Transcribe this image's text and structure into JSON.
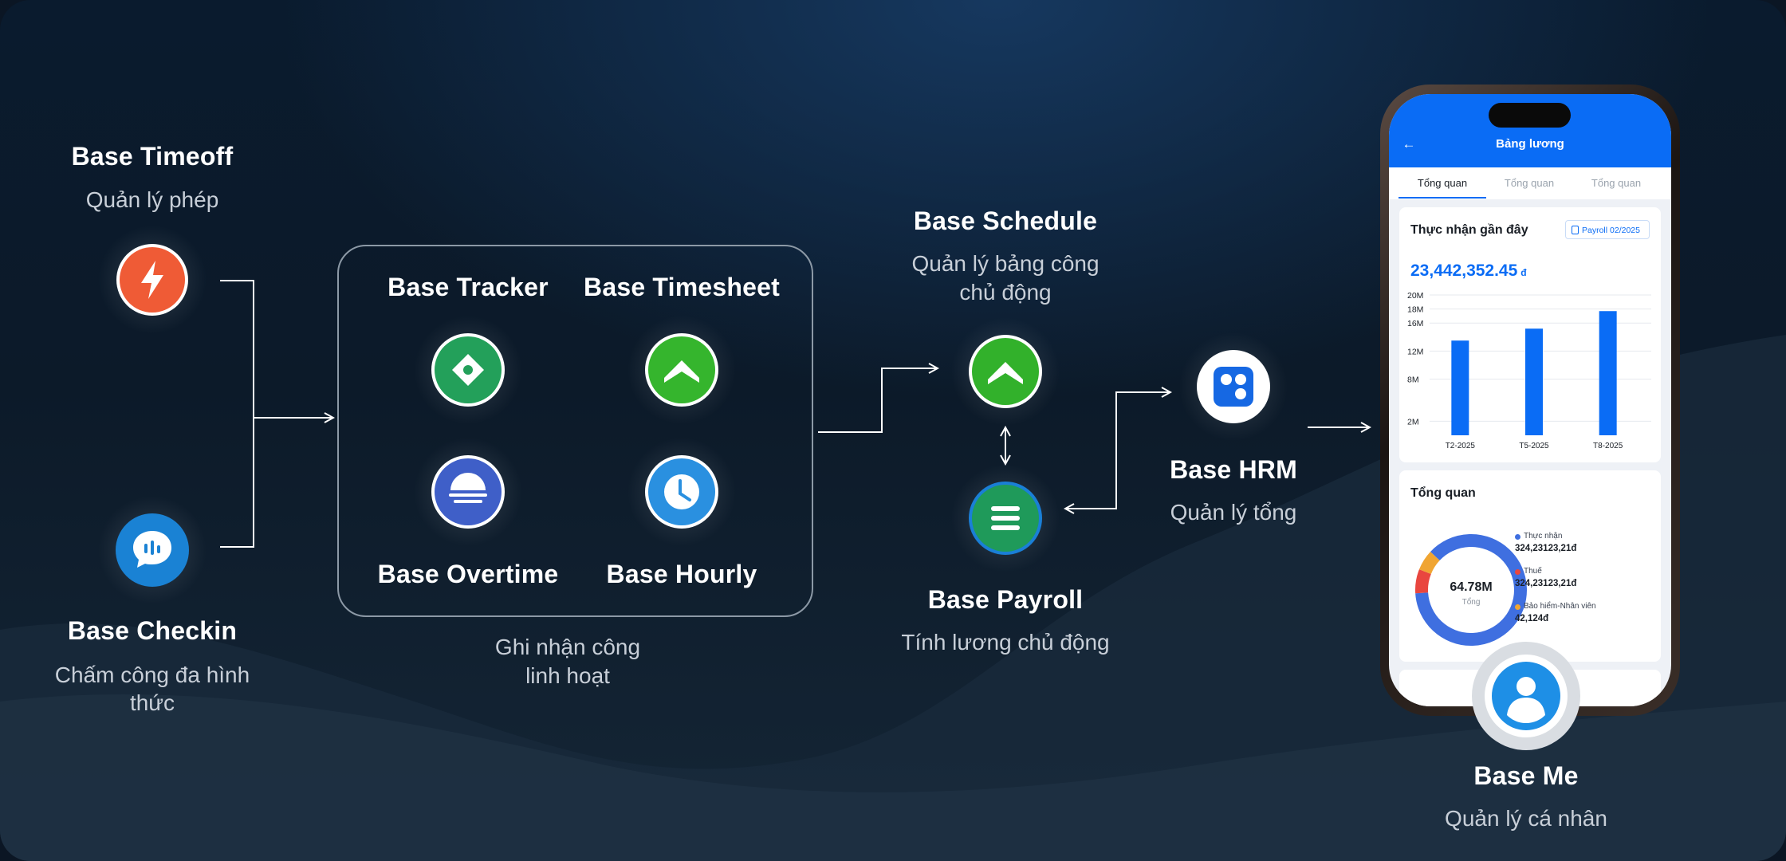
{
  "nodes": {
    "timeoff": {
      "title": "Base Timeoff",
      "subtitle": "Quản lý phép",
      "color": "#ef5b36"
    },
    "checkin": {
      "title": "Base Checkin",
      "subtitle_line1": "Chấm công đa hình",
      "subtitle_line2": "thức",
      "color": "#1a82d4"
    },
    "tracker": {
      "title": "Base Tracker",
      "color": "#23a05a"
    },
    "timesheet": {
      "title": "Base Timesheet",
      "color": "#35b52d"
    },
    "overtime": {
      "title": "Base Overtime",
      "color": "#3f5fc8"
    },
    "hourly": {
      "title": "Base Hourly",
      "color": "#2a90e0"
    },
    "group": {
      "caption_line1": "Ghi nhận công",
      "caption_line2": "linh hoạt"
    },
    "schedule": {
      "title": "Base Schedule",
      "subtitle_line1": "Quản lý bảng công",
      "subtitle_line2": "chủ động",
      "color": "#32b12b"
    },
    "payroll": {
      "title": "Base Payroll",
      "subtitle": "Tính lương chủ động",
      "color": "#1f9a5a"
    },
    "hrm": {
      "title": "Base HRM",
      "subtitle": "Quản lý tổng",
      "color": "#1668e3"
    },
    "me": {
      "title": "Base Me",
      "subtitle": "Quản lý cá nhân",
      "color": "#1e8fe6"
    }
  },
  "phone": {
    "app_title": "Bảng lương",
    "back_icon": "arrow-left-icon",
    "tabs": [
      "Tổng quan",
      "Tổng quan",
      "Tổng quan"
    ],
    "active_tab": 0,
    "card1": {
      "title": "Thực nhận gần đây",
      "chip": "Payroll 02/2025",
      "amount": "23,442,352.45",
      "amount_unit": "đ"
    },
    "card2": {
      "title": "Tổng quan",
      "donut_value": "64.78M",
      "donut_label": "Tổng",
      "legend": [
        {
          "label": "Thực nhận",
          "value": "324,23123,21đ",
          "color": "#3f6fe0"
        },
        {
          "label": "Thuế",
          "value": "324,23123,21đ",
          "color": "#e9463f"
        },
        {
          "label": "Bảo hiểm-Nhân viên",
          "value": "42,124đ",
          "color": "#f0a532"
        }
      ]
    }
  },
  "chart_data": [
    {
      "type": "bar",
      "categories": [
        "T2-2025",
        "T5-2025",
        "T8-2025"
      ],
      "values": [
        13.5,
        15.2,
        17.7
      ],
      "ylabel": "",
      "yticks": [
        "2M",
        "8M",
        "12M",
        "16M",
        "18M",
        "20M"
      ],
      "ylim": [
        0,
        20
      ],
      "color": "#0a6cf5",
      "grid": true
    },
    {
      "type": "pie",
      "donut": true,
      "labels": [
        "Thực nhận",
        "Thuế",
        "Bảo hiểm-Nhân viên"
      ],
      "values": [
        87,
        7,
        6
      ],
      "colors": [
        "#3f6fe0",
        "#e9463f",
        "#f0a532"
      ]
    }
  ]
}
